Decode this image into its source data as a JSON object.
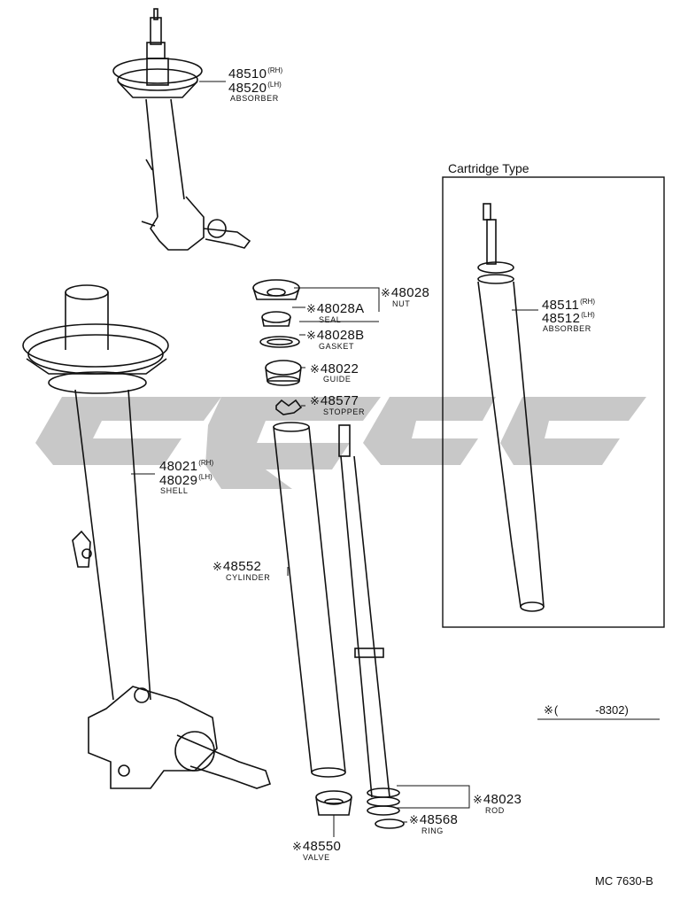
{
  "labels": {
    "p48510": "48510",
    "p48510_side": "(RH)",
    "p48520": "48520",
    "p48520_side": "(LH)",
    "absorber_top": "ABSORBER",
    "cartridge_title": "Cartridge Type",
    "p48511": "48511",
    "p48511_side": "(RH)",
    "p48512": "48512",
    "p48512_side": "(LH)",
    "absorber_cart": "ABSORBER",
    "p48028": "48028",
    "nut": "NUT",
    "p48028A": "48028A",
    "seal": "SEAL",
    "p48028B": "48028B",
    "gasket": "GASKET",
    "p48022": "48022",
    "guide": "GUIDE",
    "p48577": "48577",
    "stopper": "STOPPER",
    "p48021": "48021",
    "p48021_side": "(RH)",
    "p48029": "48029",
    "p48029_side": "(LH)",
    "shell": "SHELL",
    "p48552": "48552",
    "cylinder": "CYLINDER",
    "p48023": "48023",
    "rod": "ROD",
    "p48568": "48568",
    "ring": "RING",
    "p48550": "48550",
    "valve": "VALVE",
    "note_mark": "※",
    "note_open": "(",
    "note_date": "-8302)",
    "diagram_code": "MC 7630-B"
  },
  "colors": {
    "line": "#111111",
    "watermark": "#c8c8c8"
  }
}
